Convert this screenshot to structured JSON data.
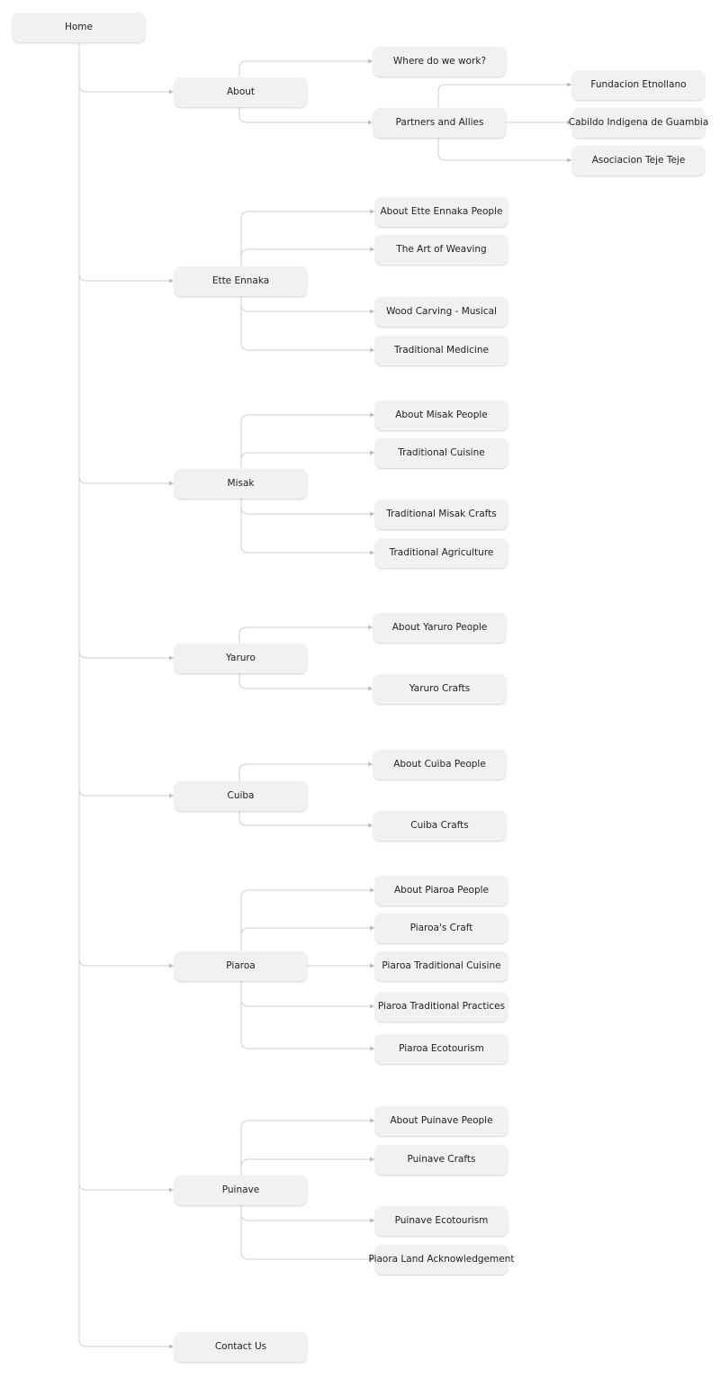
{
  "sitemap": {
    "label": "Home",
    "children": [
      {
        "label": "About",
        "children": [
          {
            "label": "Where do we work?"
          },
          {
            "label": "Partners and Allies",
            "children": [
              {
                "label": "Fundacion Etnollano"
              },
              {
                "label": "Cabildo Indigena de Guambia"
              },
              {
                "label": "Asociacion Teje Teje"
              }
            ]
          }
        ]
      },
      {
        "label": "Ette Ennaka",
        "children": [
          {
            "label": "About Ette Ennaka People"
          },
          {
            "label": "The Art of Weaving"
          },
          {
            "label": "Wood Carving - Musical"
          },
          {
            "label": "Traditional Medicine"
          }
        ]
      },
      {
        "label": "Misak",
        "children": [
          {
            "label": "About Misak People"
          },
          {
            "label": "Traditional Cuisine"
          },
          {
            "label": "Traditional Misak Crafts"
          },
          {
            "label": "Traditional Agriculture"
          }
        ]
      },
      {
        "label": "Yaruro",
        "children": [
          {
            "label": "About Yaruro People"
          },
          {
            "label": "Yaruro Crafts"
          }
        ]
      },
      {
        "label": "Cuiba",
        "children": [
          {
            "label": "About Cuiba People"
          },
          {
            "label": "Cuiba Crafts"
          }
        ]
      },
      {
        "label": "Piaroa",
        "children": [
          {
            "label": "About Piaroa People"
          },
          {
            "label": "Piaroa's Craft"
          },
          {
            "label": "Piaroa Traditional Cuisine"
          },
          {
            "label": "Piaroa Traditional Practices"
          },
          {
            "label": "Piaroa Ecotourism"
          }
        ]
      },
      {
        "label": "Puinave",
        "children": [
          {
            "label": "About Puinave People"
          },
          {
            "label": "Puinave Crafts"
          },
          {
            "label": "Puinave Ecotourism"
          },
          {
            "label": "Piaora Land Acknowledgement"
          }
        ]
      },
      {
        "label": "Contact Us"
      }
    ]
  },
  "colors": {
    "node_bg": "#f1f1f1",
    "line": "#cfcfcf",
    "text": "#222222"
  }
}
